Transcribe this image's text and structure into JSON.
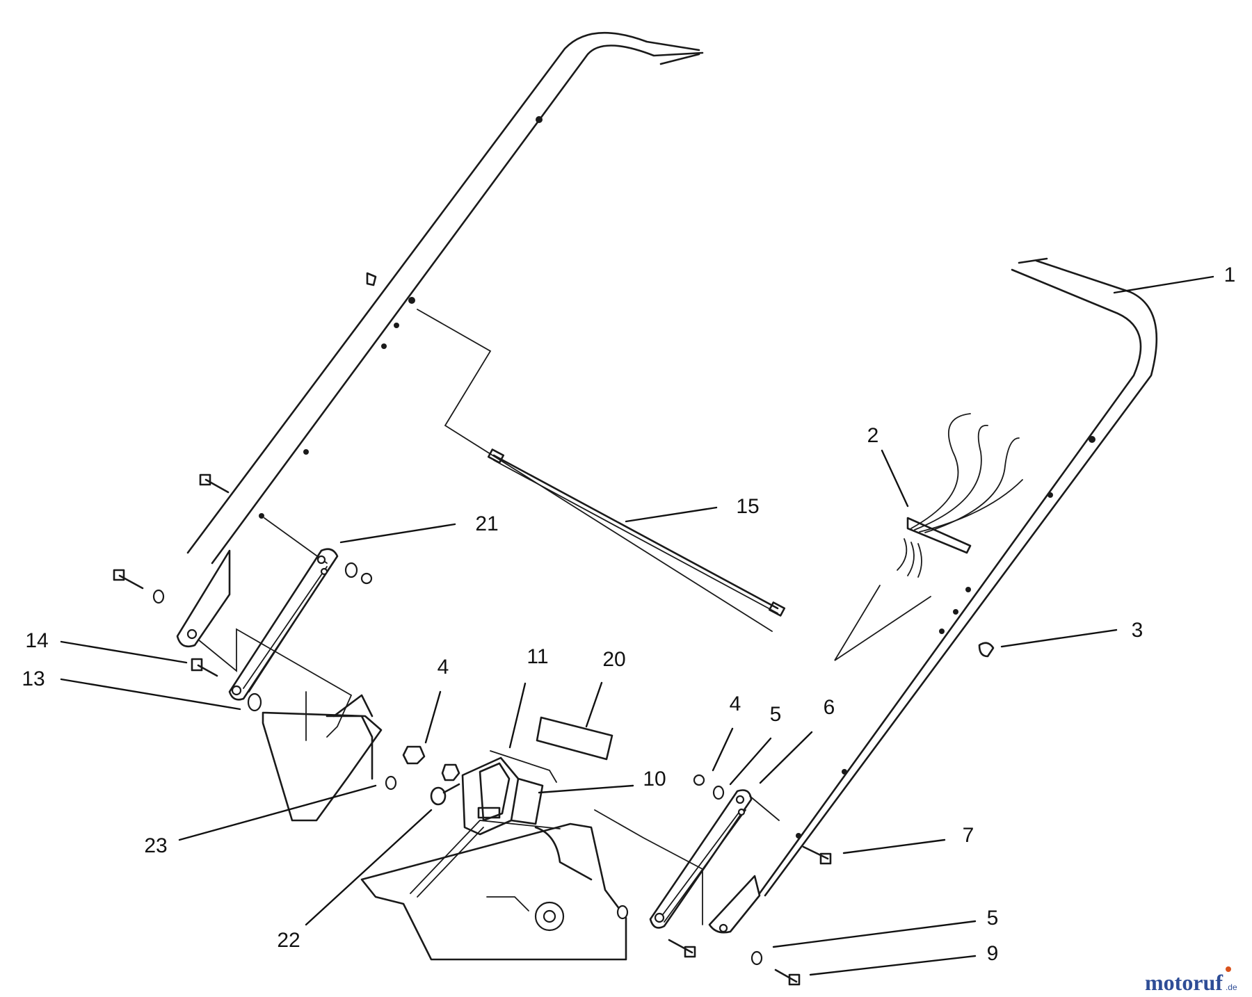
{
  "callouts": {
    "c1": "1",
    "c2": "2",
    "c3": "3",
    "c4a": "4",
    "c4b": "4",
    "c5a": "5",
    "c5b": "5",
    "c6": "6",
    "c7": "7",
    "c9": "9",
    "c10": "10",
    "c11": "11",
    "c13": "13",
    "c14": "14",
    "c15": "15",
    "c20": "20",
    "c21": "21",
    "c22": "22",
    "c23": "23"
  },
  "watermark": {
    "brand": "motoruf",
    "suffix": ".de",
    "brand_color": "#2e4d96",
    "accent_color": "#d9521c"
  }
}
